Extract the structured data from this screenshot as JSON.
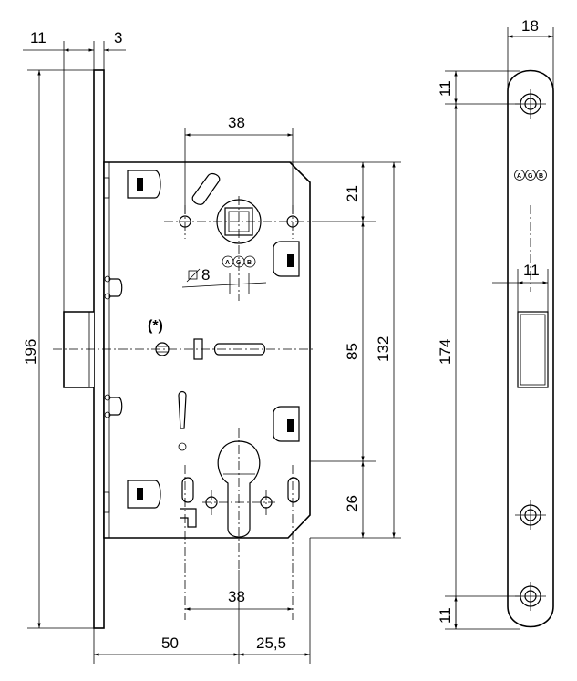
{
  "dimensions": {
    "d_11_top": "11",
    "d_3_top": "3",
    "d_38_top": "38",
    "d_21": "21",
    "d_8": "8",
    "d_85": "85",
    "d_132": "132",
    "d_196": "196",
    "d_26": "26",
    "d_38_bottom": "38",
    "d_50": "50",
    "d_25_5": "25,5",
    "d_18": "18",
    "d_11_strike_top": "11",
    "d_174": "174",
    "d_11_strike_mid": "11",
    "d_11_strike_bottom": "11"
  },
  "labels": {
    "note": "(*)",
    "brand": "AGB",
    "square_symbol": "◻"
  }
}
